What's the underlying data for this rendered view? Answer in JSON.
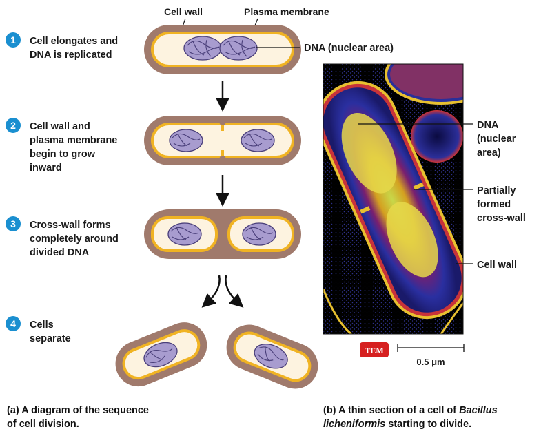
{
  "labels": {
    "cell_wall_top": "Cell wall",
    "plasma_membrane_top": "Plasma membrane",
    "dna_nuclear": "DNA (nuclear area)"
  },
  "steps": [
    {
      "num": "1",
      "lines": [
        "Cell elongates and",
        "DNA is replicated"
      ]
    },
    {
      "num": "2",
      "lines": [
        "Cell wall and",
        "plasma membrane",
        "begin to grow",
        "inward"
      ]
    },
    {
      "num": "3",
      "lines": [
        "Cross-wall forms",
        "completely around",
        "divided DNA"
      ]
    },
    {
      "num": "4",
      "lines": [
        "Cells",
        "separate"
      ]
    }
  ],
  "micrograph_labels": {
    "dna": [
      "DNA",
      "(nuclear",
      "area)"
    ],
    "cross_wall": [
      "Partially",
      "formed",
      "cross-wall"
    ],
    "cell_wall": "Cell wall"
  },
  "scale": {
    "tem": "TEM",
    "bar": "0.5 μm"
  },
  "captions": {
    "a": [
      "(a) A diagram of the sequence",
      "of cell division."
    ],
    "b_line1_prefix": "(b) A thin section of a cell of ",
    "b_line1_italic": "Bacillus",
    "b_line2_italic": "licheniformis",
    "b_line2_suffix": " starting to divide."
  },
  "colors": {
    "wall": "#a07a6c",
    "membrane": "#f0b323",
    "cytoplasm": "#fdf3e0",
    "dna": "#a89ccf",
    "badge": "#1a8fd0",
    "tem_badge": "#d62020"
  }
}
